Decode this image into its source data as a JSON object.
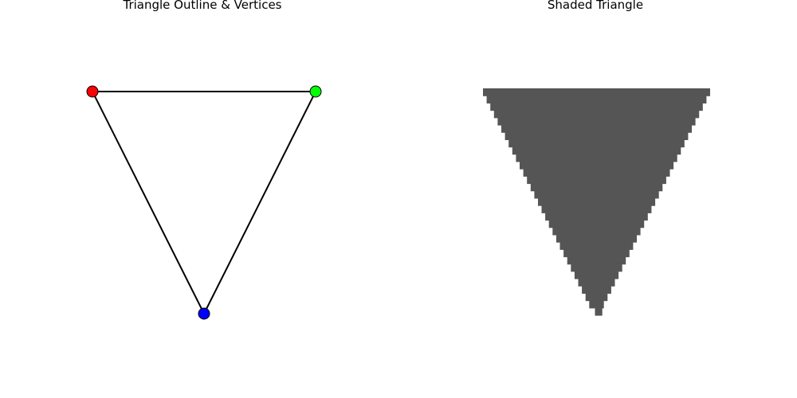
{
  "panels": {
    "left": {
      "title": "Triangle Outline & Vertices",
      "vertices": [
        {
          "name": "red",
          "color": "#ff0000"
        },
        {
          "name": "green",
          "color": "#00ff00"
        },
        {
          "name": "blue",
          "color": "#0000ff"
        }
      ],
      "edge_color": "#000000"
    },
    "right": {
      "title": "Shaded Triangle",
      "fill_color": "#555555"
    }
  }
}
